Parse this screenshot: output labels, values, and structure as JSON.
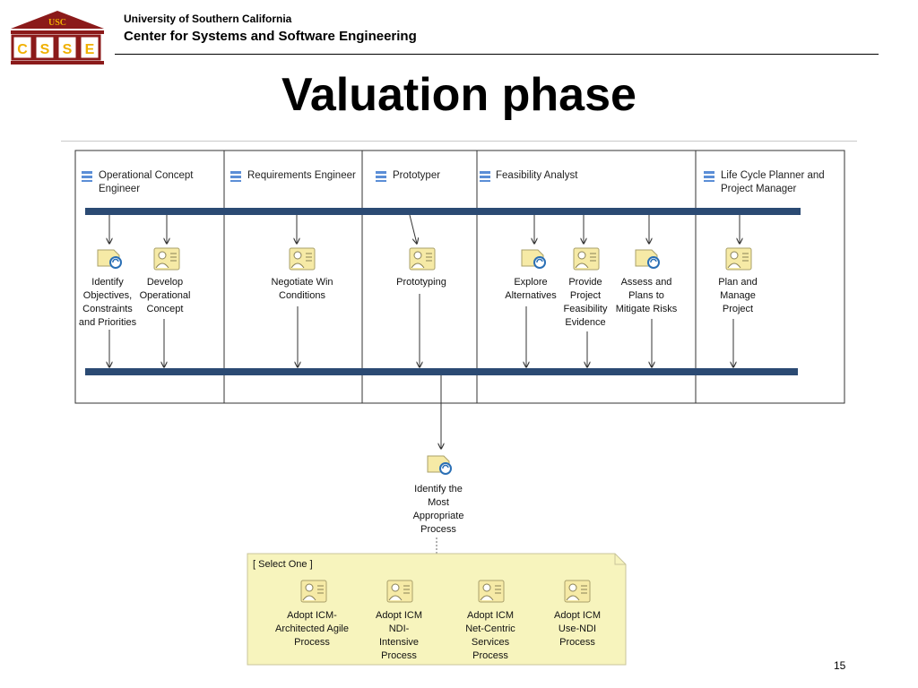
{
  "header": {
    "org_logo_text": "USC",
    "org_logo_letters": [
      "C",
      "S",
      "S",
      "E"
    ],
    "university": "University of Southern California",
    "center": "Center for Systems and Software Engineering"
  },
  "slide": {
    "title": "Valuation phase",
    "page_number": "15"
  },
  "lanes": [
    {
      "label": "Operational Concept Engineer"
    },
    {
      "label": "Requirements Engineer"
    },
    {
      "label": "Prototyper"
    },
    {
      "label": "Feasibility Analyst"
    },
    {
      "label": "Life Cycle Planner and Project Manager"
    }
  ],
  "activities": [
    {
      "label": "Identify Objectives, Constraints and Priorities",
      "icon": "process-icon"
    },
    {
      "label": "Develop Operational Concept",
      "icon": "task-icon"
    },
    {
      "label": "Negotiate Win Conditions",
      "icon": "task-icon"
    },
    {
      "label": "Prototyping",
      "icon": "task-icon"
    },
    {
      "label": "Explore Alternatives",
      "icon": "process-icon"
    },
    {
      "label": "Provide Project Feasibility Evidence",
      "icon": "task-icon"
    },
    {
      "label": "Assess and Plans to Mitigate Risks",
      "icon": "process-icon"
    },
    {
      "label": "Plan and Manage Project",
      "icon": "task-icon"
    }
  ],
  "decision": {
    "label": "Identify the Most Appropriate Process",
    "icon": "process-icon"
  },
  "select_group": {
    "label": "[ Select One ]",
    "options": [
      {
        "label": "Adopt ICM-Architected Agile Process"
      },
      {
        "label": "Adopt ICM NDI-Intensive Process"
      },
      {
        "label": "Adopt ICM Net-Centric Services Process"
      },
      {
        "label": "Adopt ICM Use-NDI Process"
      }
    ]
  },
  "colors": {
    "sync_bar": "#2b4a73",
    "note_fill": "#f7f4bd",
    "icon_fill": "#f6eaa6",
    "icon_accent": "#2a6fb5",
    "logo_red": "#8b1a1a",
    "logo_gold": "#f0b000"
  }
}
